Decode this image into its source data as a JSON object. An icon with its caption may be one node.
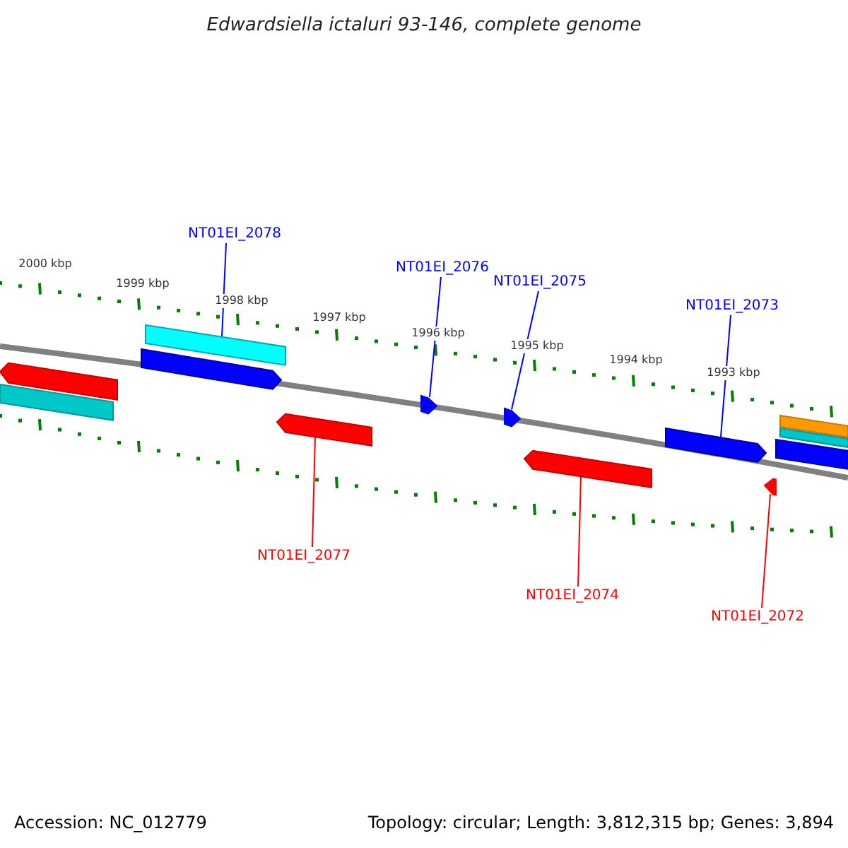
{
  "diagram": {
    "title": "Edwardsiella ictaluri 93-146, complete genome",
    "nodes": [
      {
        "text": [
          "NT01EI_2078"
        ]
      },
      {
        "text": [],
        "shape": "bar"
      },
      {
        "text": [
          "NT01EI_2076"
        ]
      },
      {
        "text": [],
        "shape": "bar"
      },
      {
        "text": [
          "NT01EI_2075"
        ]
      },
      {
        "text": [],
        "shape": "bar"
      },
      {
        "text": [
          "NT01EI_2073"
        ]
      },
      {
        "text": [],
        "shape": "bar"
      },
      {
        "text": [
          "NT01EI_2077"
        ]
      },
      {
        "text": [],
        "shape": "bar"
      },
      {
        "text": [
          "NT01EI_2074"
        ]
      },
      {
        "text": [],
        "shape": "bar"
      },
      {
        "text": [
          "NT01EI_2072"
        ]
      },
      {
        "text": [],
        "shape": "bar"
      },
      {
        "text": [],
        "shape": "bar"
      },
      {
        "text": [],
        "shape": "bar"
      },
      {
        "text": [],
        "shape": "bar"
      },
      {
        "text": [],
        "shape": "bar"
      },
      {
        "text": [],
        "shape": "bar"
      },
      {
        "text": [],
        "shape": "bar"
      }
    ],
    "edges": [
      {
        "from": 0,
        "to": 1,
        "arrow": "none"
      },
      {
        "from": 2,
        "to": 3,
        "arrow": "none"
      },
      {
        "from": 4,
        "to": 5,
        "arrow": "none"
      },
      {
        "from": 6,
        "to": 7,
        "arrow": "none"
      },
      {
        "from": 8,
        "to": 9,
        "arrow": "none",
        "color": "#ff0000"
      },
      {
        "from": 10,
        "to": 11,
        "arrow": "none",
        "color": "#ff0000"
      },
      {
        "from": 12,
        "to": 13,
        "arrow": "none",
        "color": "#ff0000"
      }
    ],
    "labels": [
      "2000 kbp",
      "1999 kbp",
      "1998 kbp",
      "1997 kbp",
      "1996 kbp",
      "1995 kbp",
      "1994 kbp",
      "1993 kbp",
      "Accession: NC_012779",
      "Topology: circular; Length: 3,812,315 bp; Genes: 3,894"
    ]
  }
}
